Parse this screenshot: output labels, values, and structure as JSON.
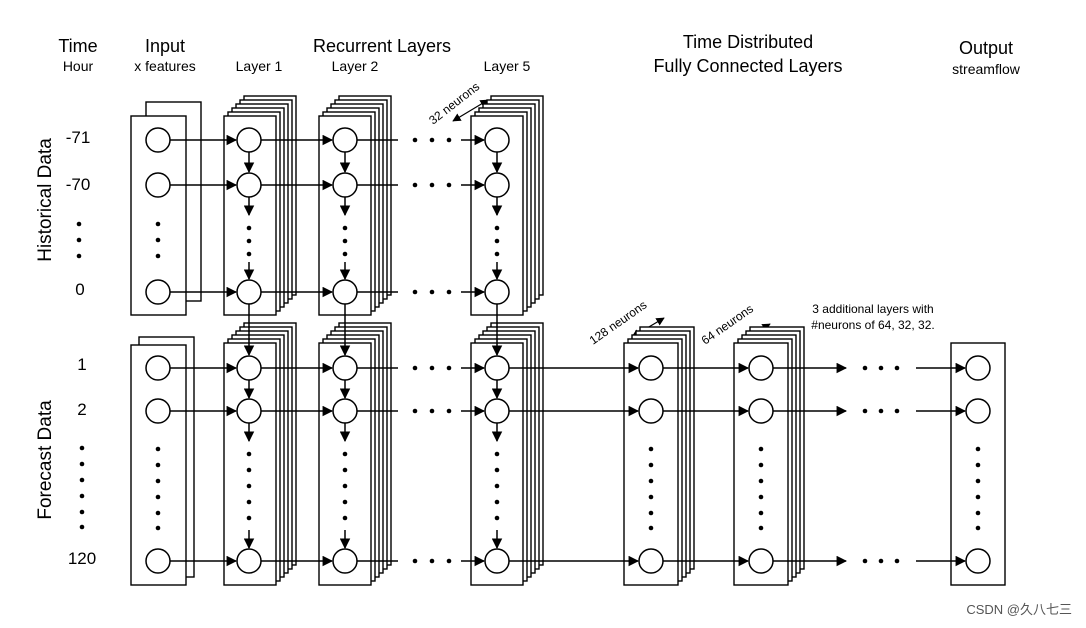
{
  "headers": {
    "time": "Time",
    "time_sub": "Hour",
    "input": "Input",
    "input_sub": "x features",
    "recurrent": "Recurrent Layers",
    "layer1": "Layer 1",
    "layer2": "Layer 2",
    "layer5": "Layer 5",
    "td_line1": "Time Distributed",
    "td_line2": "Fully Connected Layers",
    "output": "Output",
    "output_sub": "streamflow"
  },
  "sections": {
    "historical": "Historical Data",
    "forecast": "Forecast Data"
  },
  "time_labels": {
    "h1": "-71",
    "h2": "-70",
    "h3": "0",
    "f1": "1",
    "f2": "2",
    "f3": "120"
  },
  "annotations": {
    "rnn_neurons": "32 neurons",
    "fc1_neurons": "128 neurons",
    "fc2_neurons": "64 neurons",
    "additional_line1": "3 additional layers with",
    "additional_line2": "#neurons of 64, 32, 32."
  },
  "watermark": "CSDN @久八七三"
}
